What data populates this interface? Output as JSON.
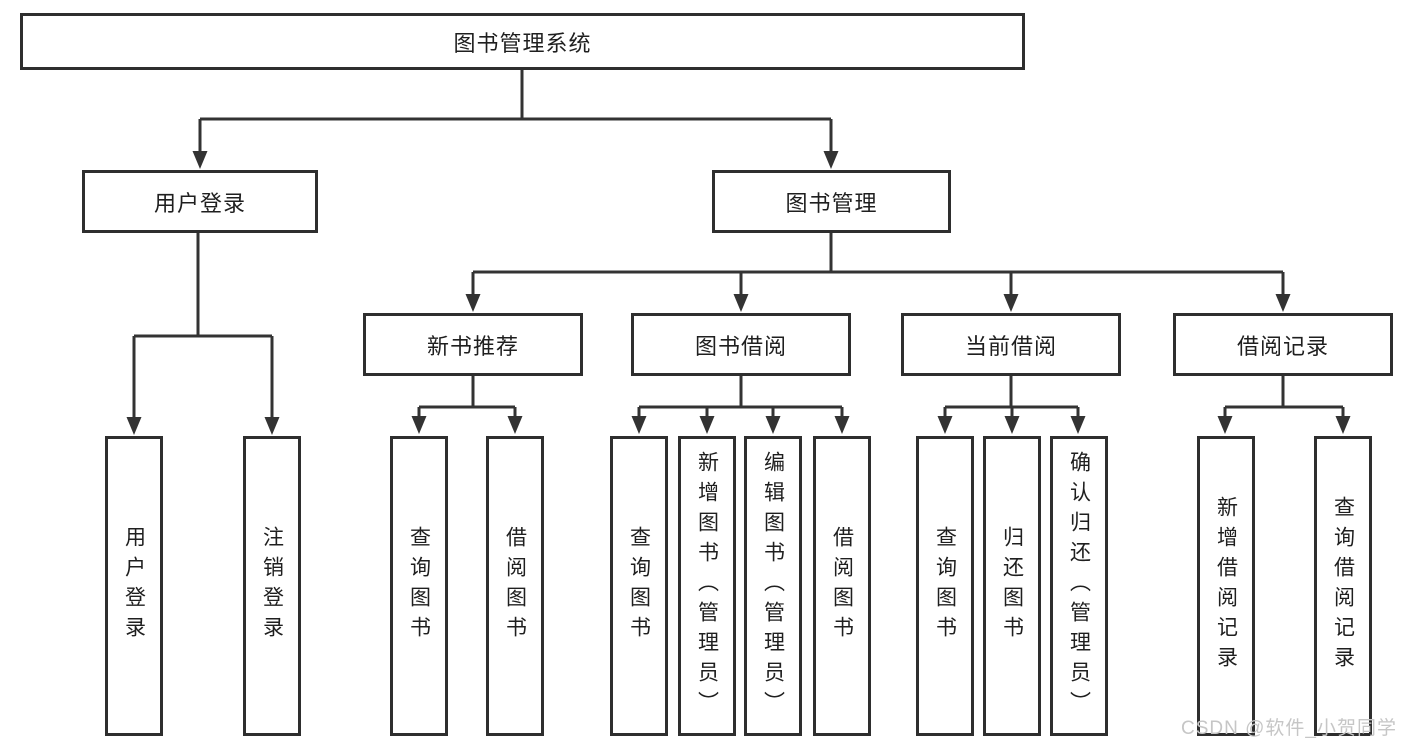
{
  "colors": {
    "line": "#333333",
    "box_border": "#2e2e2e",
    "text": "#1f1f1f",
    "watermark": "#c6c6c6",
    "background": "#ffffff"
  },
  "diagram": {
    "title": "图书管理系统",
    "groups": [
      {
        "label": "用户登录",
        "leaves": [
          {
            "label": "用户登录"
          },
          {
            "label": "注销登录"
          }
        ]
      },
      {
        "label": "图书管理",
        "sections": [
          {
            "label": "新书推荐",
            "leaves": [
              {
                "label": "查询图书"
              },
              {
                "label": "借阅图书"
              }
            ]
          },
          {
            "label": "图书借阅",
            "leaves": [
              {
                "label": "查询图书"
              },
              {
                "label": "新增图书（管理员）"
              },
              {
                "label": "编辑图书（管理员）"
              },
              {
                "label": "借阅图书"
              }
            ]
          },
          {
            "label": "当前借阅",
            "leaves": [
              {
                "label": "查询图书"
              },
              {
                "label": "归还图书"
              },
              {
                "label": "确认归还（管理员）"
              }
            ]
          },
          {
            "label": "借阅记录",
            "leaves": [
              {
                "label": "新增借阅记录"
              },
              {
                "label": "查询借阅记录"
              }
            ]
          }
        ]
      }
    ]
  },
  "watermark": {
    "text": "CSDN @软件_小贺同学"
  }
}
